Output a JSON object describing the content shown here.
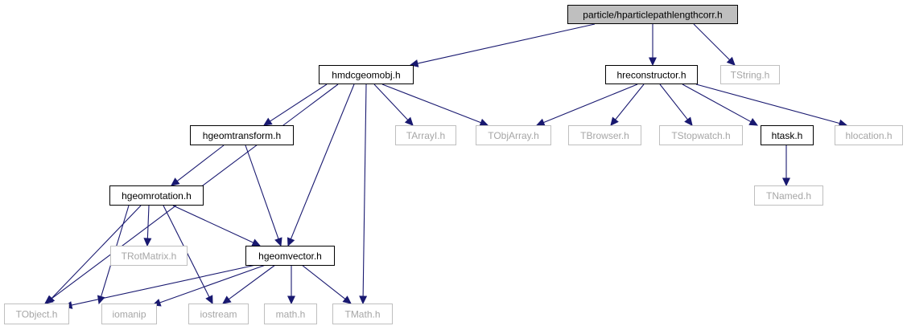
{
  "colors": {
    "edge": "#191970",
    "root_fill": "#bfbfbf",
    "node_fill": "#ffffff",
    "documented_border": "#000000",
    "external_border": "#bfbfbf",
    "documented_text": "#000000",
    "external_text": "#a6a6a6"
  },
  "nodes": [
    {
      "id": "root",
      "label": "particle/hparticlepathlengthcorr.h",
      "kind": "root"
    },
    {
      "id": "hmdcgeomobj",
      "label": "hmdcgeomobj.h",
      "kind": "documented"
    },
    {
      "id": "hreconstructor",
      "label": "hreconstructor.h",
      "kind": "documented"
    },
    {
      "id": "tstring",
      "label": "TString.h",
      "kind": "external"
    },
    {
      "id": "hgeomtransform",
      "label": "hgeomtransform.h",
      "kind": "documented"
    },
    {
      "id": "tarrayi",
      "label": "TArrayI.h",
      "kind": "external"
    },
    {
      "id": "tobjarray",
      "label": "TObjArray.h",
      "kind": "external"
    },
    {
      "id": "tbrowser",
      "label": "TBrowser.h",
      "kind": "external"
    },
    {
      "id": "tstopwatch",
      "label": "TStopwatch.h",
      "kind": "external"
    },
    {
      "id": "htask",
      "label": "htask.h",
      "kind": "documented"
    },
    {
      "id": "hlocation",
      "label": "hlocation.h",
      "kind": "external"
    },
    {
      "id": "hgeomrotation",
      "label": "hgeomrotation.h",
      "kind": "documented"
    },
    {
      "id": "tnamed",
      "label": "TNamed.h",
      "kind": "external"
    },
    {
      "id": "trotmatrix",
      "label": "TRotMatrix.h",
      "kind": "external"
    },
    {
      "id": "hgeomvector",
      "label": "hgeomvector.h",
      "kind": "documented"
    },
    {
      "id": "tobject",
      "label": "TObject.h",
      "kind": "external"
    },
    {
      "id": "iomanip",
      "label": "iomanip",
      "kind": "external"
    },
    {
      "id": "iostream",
      "label": "iostream",
      "kind": "external"
    },
    {
      "id": "mathh",
      "label": "math.h",
      "kind": "external"
    },
    {
      "id": "tmath",
      "label": "TMath.h",
      "kind": "external"
    }
  ],
  "edges": [
    {
      "from": "root",
      "to": "hmdcgeomobj"
    },
    {
      "from": "root",
      "to": "hreconstructor"
    },
    {
      "from": "root",
      "to": "tstring"
    },
    {
      "from": "hmdcgeomobj",
      "to": "tobject"
    },
    {
      "from": "hmdcgeomobj",
      "to": "hgeomtransform"
    },
    {
      "from": "hmdcgeomobj",
      "to": "hgeomvector"
    },
    {
      "from": "hmdcgeomobj",
      "to": "tmath"
    },
    {
      "from": "hmdcgeomobj",
      "to": "tarrayi"
    },
    {
      "from": "hmdcgeomobj",
      "to": "tobjarray"
    },
    {
      "from": "hreconstructor",
      "to": "tobjarray"
    },
    {
      "from": "hreconstructor",
      "to": "tbrowser"
    },
    {
      "from": "hreconstructor",
      "to": "tstopwatch"
    },
    {
      "from": "hreconstructor",
      "to": "htask"
    },
    {
      "from": "hreconstructor",
      "to": "hlocation"
    },
    {
      "from": "htask",
      "to": "tnamed"
    },
    {
      "from": "hgeomtransform",
      "to": "hgeomrotation"
    },
    {
      "from": "hgeomtransform",
      "to": "hgeomvector"
    },
    {
      "from": "hgeomrotation",
      "to": "tobject"
    },
    {
      "from": "hgeomrotation",
      "to": "iomanip"
    },
    {
      "from": "hgeomrotation",
      "to": "trotmatrix"
    },
    {
      "from": "hgeomrotation",
      "to": "iostream"
    },
    {
      "from": "hgeomrotation",
      "to": "hgeomvector"
    },
    {
      "from": "hgeomvector",
      "to": "tobject"
    },
    {
      "from": "hgeomvector",
      "to": "iomanip"
    },
    {
      "from": "hgeomvector",
      "to": "iostream"
    },
    {
      "from": "hgeomvector",
      "to": "mathh"
    },
    {
      "from": "hgeomvector",
      "to": "tmath"
    }
  ]
}
